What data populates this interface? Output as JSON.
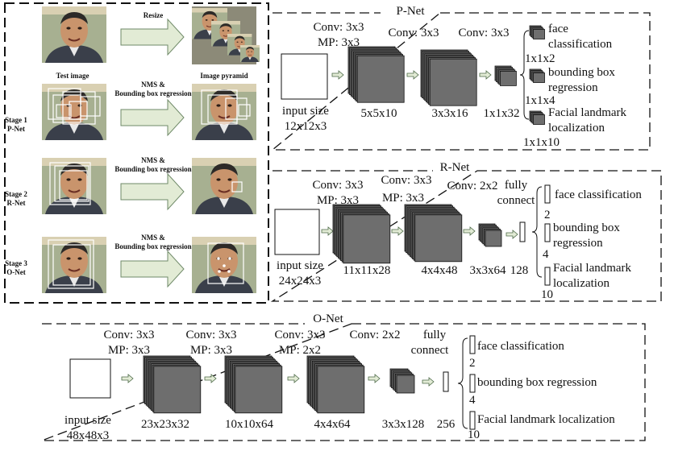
{
  "left_panel": {
    "arrow_labels": [
      "Resize",
      "NMS &\nBounding box regression",
      "NMS &\nBounding box regression",
      "NMS &\nBounding box regression"
    ],
    "caption_test": "Test image",
    "caption_pyramid": "Image pyramid",
    "stages": [
      {
        "line1": "Stage 1",
        "line2": "P-Net"
      },
      {
        "line1": "Stage 2",
        "line2": "R-Net"
      },
      {
        "line1": "Stage 3",
        "line2": "O-Net"
      }
    ]
  },
  "pnet": {
    "title": "P-Net",
    "input_label1": "input size",
    "input_label2": "12x12x3",
    "conv1_line1": "Conv: 3x3",
    "conv1_line2": "MP: 3x3",
    "conv2": "Conv: 3x3",
    "conv3": "Conv: 3x3",
    "sizes": [
      "5x5x10",
      "3x3x16",
      "1x1x32"
    ],
    "outputs": [
      {
        "line1": "face",
        "line2": "classification",
        "dim": "1x1x2"
      },
      {
        "line1": "bounding box",
        "line2": "regression",
        "dim": "1x1x4"
      },
      {
        "line1": "Facial landmark",
        "line2": "localization",
        "dim": "1x1x10"
      }
    ]
  },
  "rnet": {
    "title": "R-Net",
    "input_label1": "input size",
    "input_label2": "24x24x3",
    "conv1_line1": "Conv: 3x3",
    "conv1_line2": "MP: 3x3",
    "conv2_line1": "Conv: 3x3",
    "conv2_line2": "MP: 3x3",
    "conv3": "Conv: 2x2",
    "fc_line1": "fully",
    "fc_line2": "connect",
    "sizes": [
      "11x11x28",
      "4x4x48",
      "3x3x64",
      "128"
    ],
    "outputs": [
      {
        "line1": "face classification",
        "line2": "",
        "dim": "2"
      },
      {
        "line1": "bounding box",
        "line2": "regression",
        "dim": "4"
      },
      {
        "line1": "Facial landmark",
        "line2": "localization",
        "dim": "10"
      }
    ]
  },
  "onet": {
    "title": "O-Net",
    "input_label1": "input size",
    "input_label2": "48x48x3",
    "conv1_line1": "Conv: 3x3",
    "conv1_line2": "MP: 3x3",
    "conv2_line1": "Conv: 3x3",
    "conv2_line2": "MP: 3x3",
    "conv3_line1": "Conv: 3x3",
    "conv3_line2": "MP: 2x2",
    "conv4": "Conv: 2x2",
    "fc_line1": "fully",
    "fc_line2": "connect",
    "sizes": [
      "23x23x32",
      "10x10x64",
      "4x4x64",
      "3x3x128",
      "256"
    ],
    "outputs": [
      {
        "line1": "face classification",
        "dim": "2"
      },
      {
        "line1": "bounding box regression",
        "dim": "4"
      },
      {
        "line1": "Facial landmark localization",
        "dim": "10"
      }
    ]
  },
  "colors": {
    "block_fill": "#6e6e6e",
    "block_stroke": "#111111",
    "arrow_fill": "#e2ebd5",
    "arrow_stroke": "#6f8a68",
    "skin": "#c9946c",
    "suit": "#3a3f4a",
    "bg_photo": "#a7b091"
  }
}
